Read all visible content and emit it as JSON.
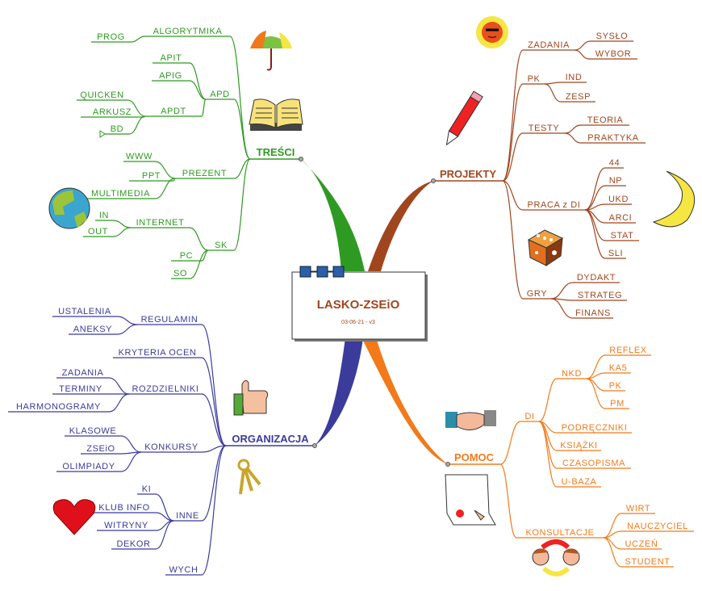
{
  "center": {
    "title": "LASKO-ZSEiO",
    "date": "03-06-21 - v3",
    "title_color": "#a0461e"
  },
  "branches": {
    "tresci": {
      "label": "TREŚCI",
      "color": "#2f9a22",
      "children": [
        {
          "label": "ALGORYTMIKA",
          "children": [
            {
              "label": "PROG"
            }
          ]
        },
        {
          "label": "APD",
          "children": [
            {
              "label": "APIT"
            },
            {
              "label": "APIG"
            },
            {
              "label": "APDT",
              "children": [
                {
                  "label": "QUICKEN"
                },
                {
                  "label": "ARKUSZ"
                },
                {
                  "label": "BD"
                }
              ]
            }
          ]
        },
        {
          "label": "PREZENT",
          "children": [
            {
              "label": "WWW"
            },
            {
              "label": "PPT"
            },
            {
              "label": "MULTIMEDIA"
            }
          ]
        },
        {
          "label": "SK",
          "children": [
            {
              "label": "INTERNET",
              "children": [
                {
                  "label": "IN"
                },
                {
                  "label": "OUT"
                }
              ]
            },
            {
              "label": "PC"
            },
            {
              "label": "SO"
            }
          ]
        }
      ]
    },
    "projekty": {
      "label": "PROJEKTY",
      "color": "#a0461e",
      "children": [
        {
          "label": "ZADANIA",
          "children": [
            {
              "label": "SYSŁO"
            },
            {
              "label": "WYBOR"
            }
          ]
        },
        {
          "label": "PK",
          "children": [
            {
              "label": "IND"
            },
            {
              "label": "ZESP"
            }
          ]
        },
        {
          "label": "TESTY",
          "children": [
            {
              "label": "TEORIA"
            },
            {
              "label": "PRAKTYKA"
            }
          ]
        },
        {
          "label": "PRACA z DI",
          "children": [
            {
              "label": "44"
            },
            {
              "label": "NP"
            },
            {
              "label": "UKD"
            },
            {
              "label": "ARCI"
            },
            {
              "label": "STAT"
            },
            {
              "label": "SLI"
            }
          ]
        },
        {
          "label": "GRY",
          "children": [
            {
              "label": "DYDAKT"
            },
            {
              "label": "STRATEG"
            },
            {
              "label": "FINANS"
            }
          ]
        }
      ]
    },
    "organizacja": {
      "label": "ORGANIZACJA",
      "color": "#3b3b9c",
      "children": [
        {
          "label": "REGULAMIN",
          "children": [
            {
              "label": "USTALENIA"
            },
            {
              "label": "ANEKSY"
            }
          ]
        },
        {
          "label": "KRYTERIA OCEN"
        },
        {
          "label": "ROZDZIELNIKI",
          "children": [
            {
              "label": "ZADANIA"
            },
            {
              "label": "TERMINY"
            },
            {
              "label": "HARMONOGRAMY"
            }
          ]
        },
        {
          "label": "KONKURSY",
          "children": [
            {
              "label": "KLASOWE"
            },
            {
              "label": "ZSEiO"
            },
            {
              "label": "OLIMPIADY"
            }
          ]
        },
        {
          "label": "INNE",
          "children": [
            {
              "label": "KI"
            },
            {
              "label": "KLUB INFO"
            },
            {
              "label": "WITRYNY"
            },
            {
              "label": "DEKOR"
            }
          ]
        },
        {
          "label": "WYCH"
        }
      ]
    },
    "pomoc": {
      "label": "POMOC",
      "color": "#f27a1a",
      "children": [
        {
          "label": "DI",
          "children": [
            {
              "label": "NKD",
              "children": [
                {
                  "label": "REFLEX"
                },
                {
                  "label": "KA5"
                },
                {
                  "label": "PK"
                },
                {
                  "label": "PM"
                }
              ]
            },
            {
              "label": "PODRĘCZNIKI"
            },
            {
              "label": "KSIĄŻKI"
            },
            {
              "label": "CZASOPISMA"
            },
            {
              "label": "U-BAZA"
            }
          ]
        },
        {
          "label": "KONSULTACJE",
          "children": [
            {
              "label": "WIRT"
            },
            {
              "label": "NAUCZYCIEL"
            },
            {
              "label": "UCZEŃ"
            },
            {
              "label": "STUDENT"
            }
          ]
        }
      ]
    }
  }
}
